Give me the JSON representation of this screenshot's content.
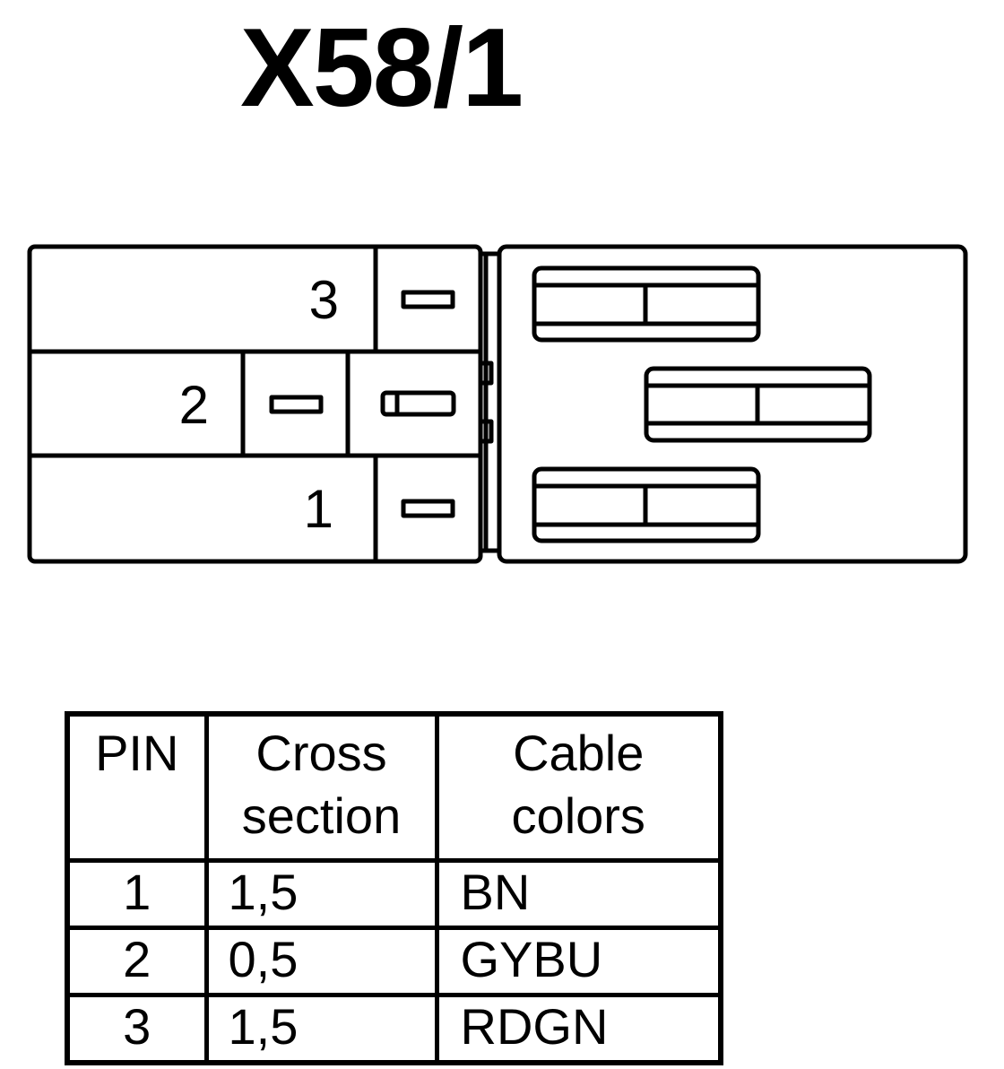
{
  "title": "X58/1",
  "connector": {
    "pin_labels": [
      "3",
      "2",
      "1"
    ]
  },
  "table": {
    "headers": {
      "pin": "PIN",
      "cross_section": [
        "Cross",
        "section"
      ],
      "cable_colors": [
        "Cable",
        "colors"
      ]
    },
    "rows": [
      {
        "pin": "1",
        "cross_section": "1,5",
        "color": "BN"
      },
      {
        "pin": "2",
        "cross_section": "0,5",
        "color": "GYBU"
      },
      {
        "pin": "3",
        "cross_section": "1,5",
        "color": "RDGN"
      }
    ]
  }
}
